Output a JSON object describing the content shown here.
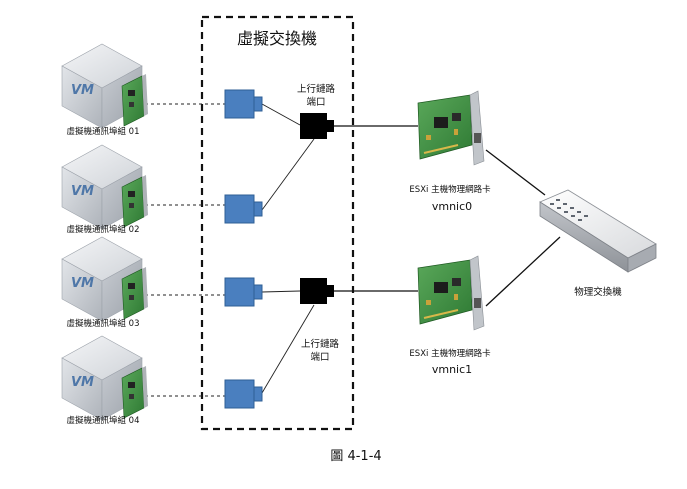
{
  "vswitch": {
    "title": "虛擬交換機"
  },
  "vm_groups": [
    {
      "badge": "VM",
      "label": "虛擬機通訊埠組 01"
    },
    {
      "badge": "VM",
      "label": "虛擬機通訊埠組 02"
    },
    {
      "badge": "VM",
      "label": "虛擬機通訊埠組 03"
    },
    {
      "badge": "VM",
      "label": "虛擬機通訊埠組 04"
    }
  ],
  "uplinks": [
    {
      "line1": "上行鏈路",
      "line2": "端口"
    },
    {
      "line1": "上行鏈路",
      "line2": "端口"
    }
  ],
  "nics": [
    {
      "label": "ESXi 主機物理網路卡",
      "name": "vmnic0"
    },
    {
      "label": "ESXi 主機物理網路卡",
      "name": "vmnic1"
    }
  ],
  "physical_switch": {
    "label": "物理交換機"
  },
  "caption": "圖 4-1-4",
  "colors": {
    "port": "#4a7fbf",
    "uplink": "#000000",
    "nic_board": "#3f8f3f",
    "cube": "#c8ccd2"
  }
}
